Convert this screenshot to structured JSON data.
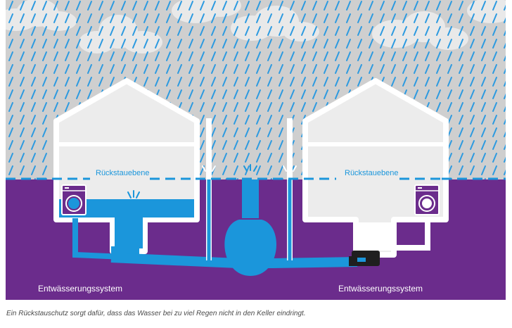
{
  "labels": {
    "rueckstauebene_left": "Rückstauebene",
    "rueckstauebene_right": "Rückstauebene",
    "system_left": "Entwässerungssystem",
    "system_right": "Entwässerungssystem"
  },
  "caption": "Ein Rückstauschutz sorgt dafür, dass das Wasser bei zu viel Regen nicht in den Keller eindringt.",
  "colors": {
    "sky": "#cfcfcf",
    "cloud": "#e9e9e9",
    "rain": "#2c9ae0",
    "ground": "#6b2c8c",
    "water": "#1b96db",
    "water_dark": "#0f78c2",
    "house_wall": "#ffffff",
    "house_fill": "#ececec",
    "valve": "#1f1f1f",
    "level_line": "#1b96db",
    "system_label": "#ffffff",
    "caption_text": "#4a4a4a"
  },
  "icons": [
    "washing-machine-icon",
    "water-splash-icon",
    "backflow-valve-icon",
    "cloud-icon",
    "rain-icon"
  ]
}
